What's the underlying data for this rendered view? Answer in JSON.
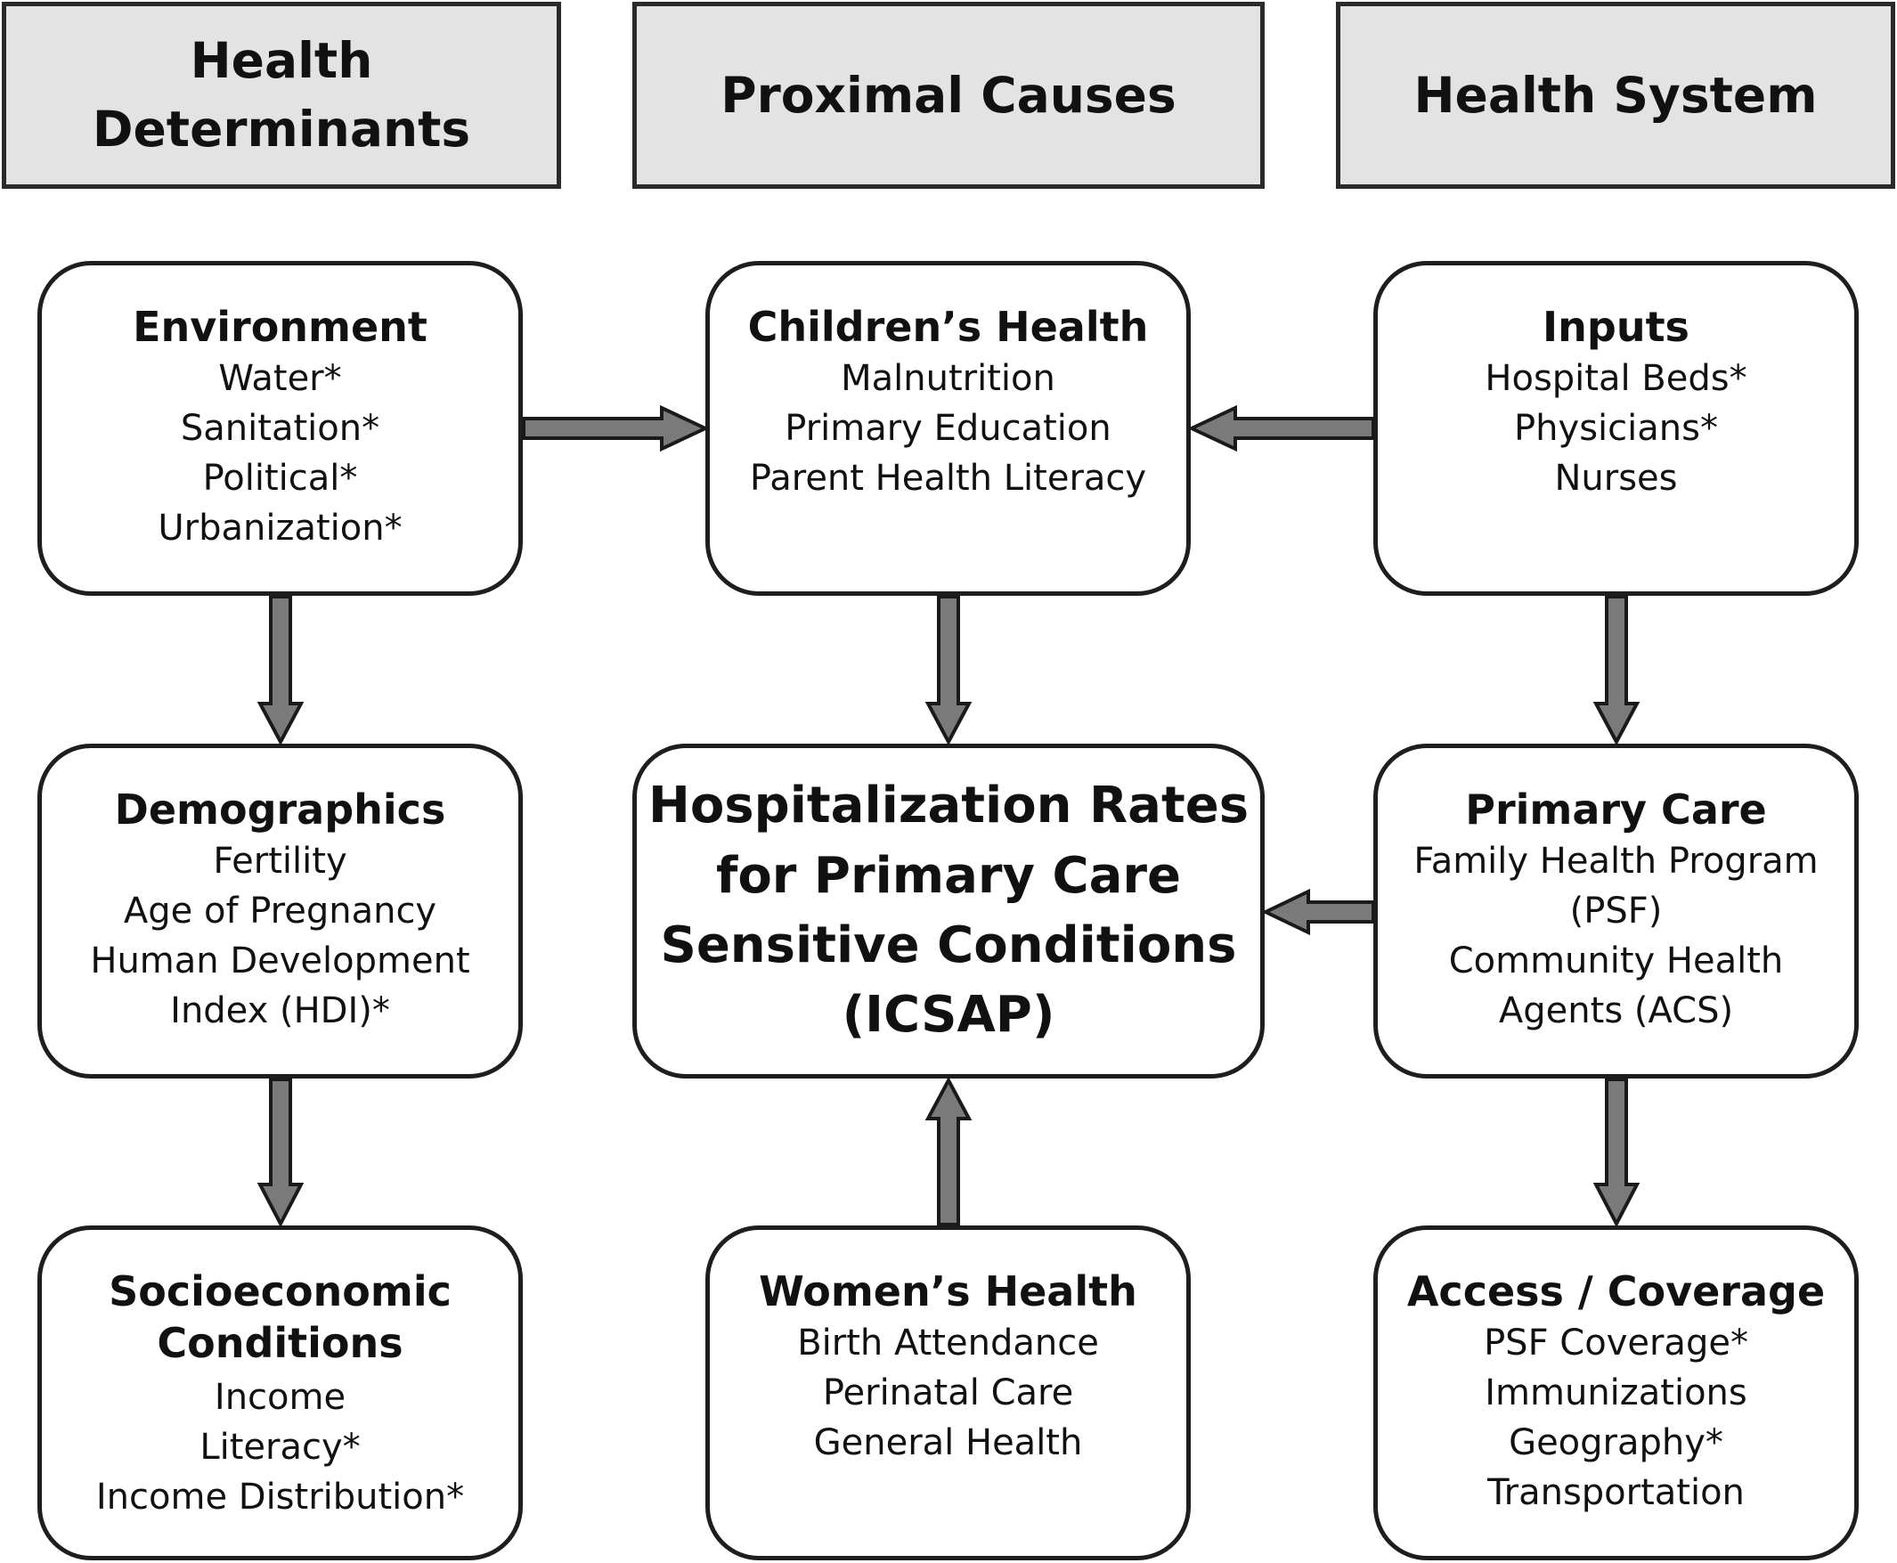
{
  "headers": {
    "determinants": [
      "Health",
      "Determinants"
    ],
    "proximal": "Proximal Causes",
    "system": "Health System"
  },
  "boxes": {
    "environment": {
      "title": "Environment",
      "items": [
        "Water*",
        "Sanitation*",
        "Political*",
        "Urbanization*"
      ]
    },
    "childrens_health": {
      "title": "Children’s Health",
      "items": [
        "Malnutrition",
        "Primary Education",
        "Parent Health Literacy"
      ]
    },
    "inputs": {
      "title": "Inputs",
      "items": [
        "Hospital Beds*",
        "Physicians*",
        "Nurses"
      ]
    },
    "demographics": {
      "title": "Demographics",
      "items": [
        "Fertility",
        "Age of Pregnancy",
        "Human Development",
        "Index (HDI)*"
      ]
    },
    "icsap": {
      "lines": [
        "Hospitalization Rates",
        "for Primary Care",
        "Sensitive Conditions",
        "(ICSAP)"
      ]
    },
    "primary_care": {
      "title": "Primary Care",
      "items": [
        "Family Health Program",
        "(PSF)",
        "Community Health",
        "Agents (ACS)"
      ]
    },
    "socioeconomic": {
      "title_lines": [
        "Socioeconomic",
        "Conditions"
      ],
      "items": [
        "Income",
        "Literacy*",
        "Income Distribution*"
      ]
    },
    "womens_health": {
      "title": "Women’s Health",
      "items": [
        "Birth Attendance",
        "Perinatal Care",
        "General Health"
      ]
    },
    "access_coverage": {
      "title": "Access / Coverage",
      "items": [
        "PSF Coverage*",
        "Immunizations",
        "Geography*",
        "Transportation"
      ]
    }
  },
  "colors": {
    "header_fill": "#e3e3e3",
    "arrow_fill": "#7a7a7a",
    "border": "#1e1e1e"
  }
}
